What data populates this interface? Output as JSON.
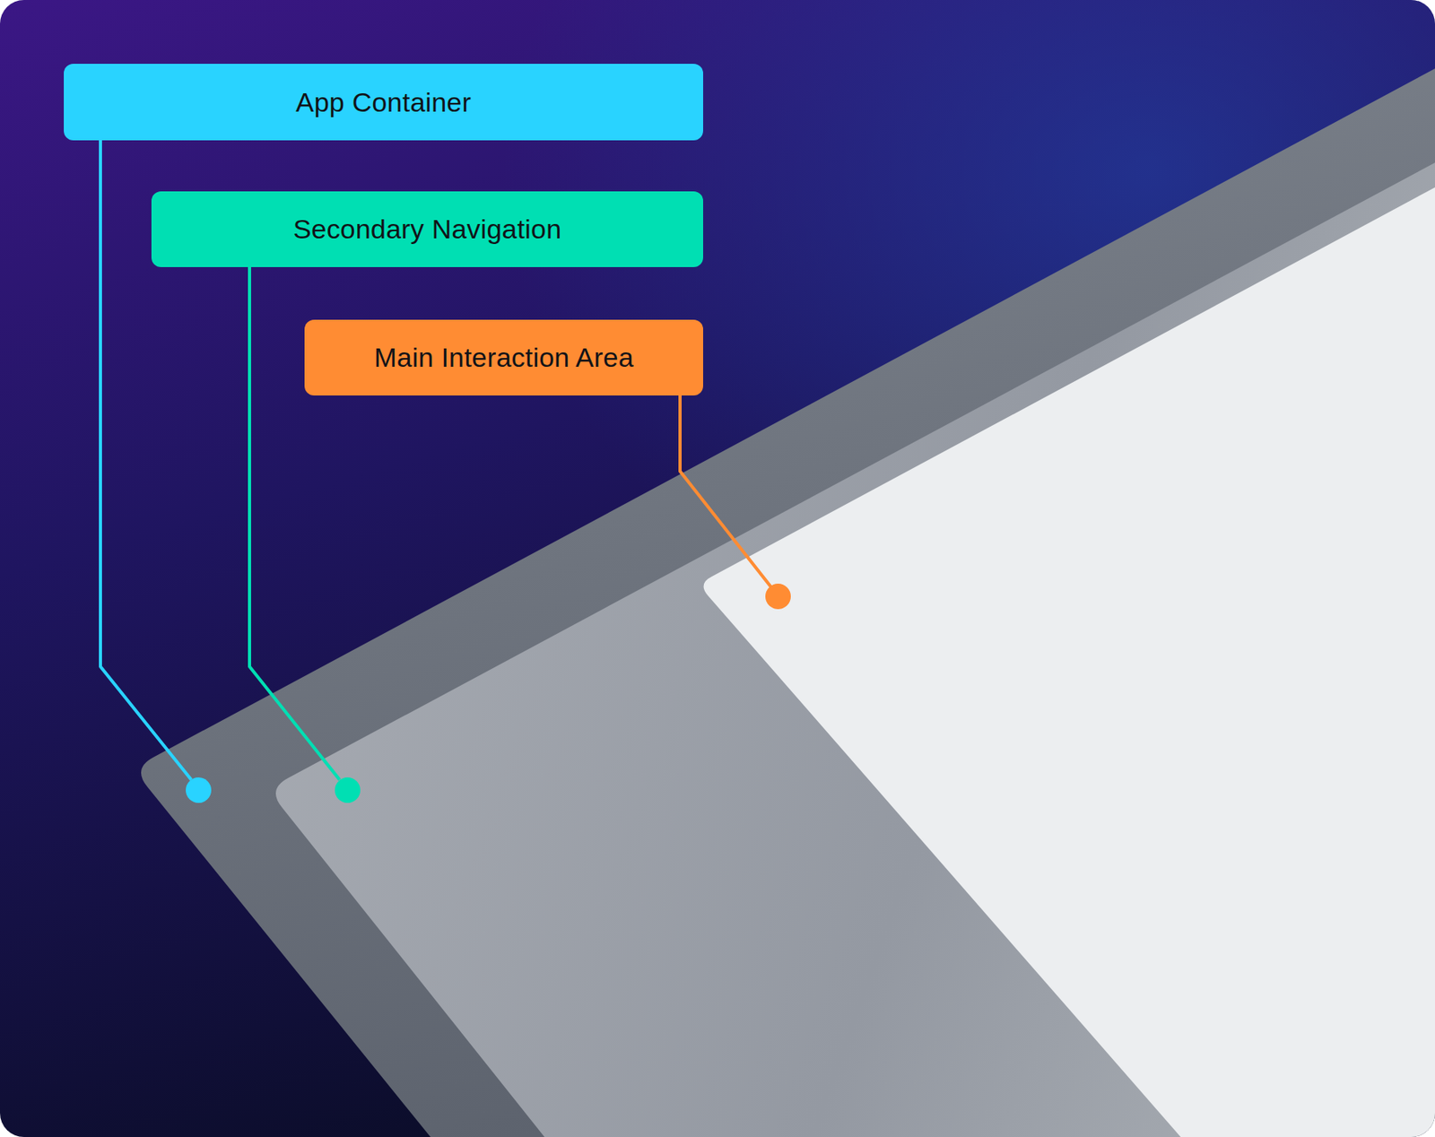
{
  "diagram": {
    "nodes": [
      {
        "text": [
          "App Container"
        ]
      },
      {
        "text": [
          "Secondary Navigation"
        ]
      },
      {
        "text": [
          "Main Interaction Area"
        ]
      }
    ]
  }
}
